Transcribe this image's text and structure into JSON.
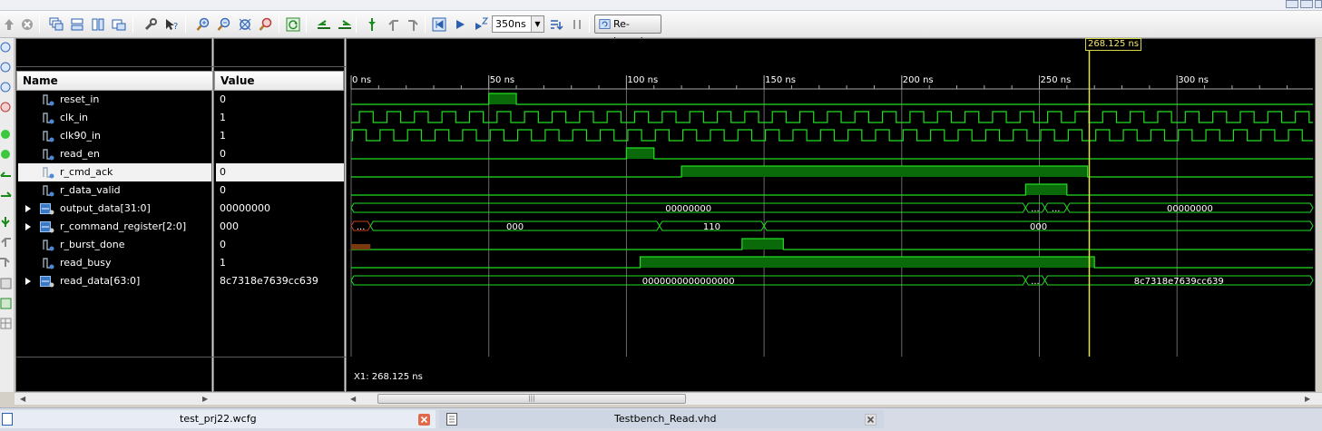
{
  "toolbar": {
    "zoom_value": "350ns",
    "relaunch_label": "Re-launch",
    "buttons": [
      "up-arrow-icon",
      "stop-icon",
      "cascade-icon",
      "tile-horizontal-icon",
      "tile-vertical-icon",
      "float-icon",
      "properties-icon",
      "help-icon",
      "zoom-in-icon",
      "zoom-out-icon",
      "zoom-fit-icon",
      "zoom-to-cursor-icon",
      "refresh-icon",
      "go-to-previous-icon",
      "go-to-next-icon",
      "add-marker-icon",
      "previous-marker-icon",
      "next-marker-icon",
      "restart-icon",
      "run-icon",
      "run-for-icon",
      "step-icon",
      "break-icon"
    ]
  },
  "name_panel": {
    "header": "Name"
  },
  "value_panel": {
    "header": "Value"
  },
  "signals": [
    {
      "name": "reset_in",
      "value": "0",
      "kind": "bit"
    },
    {
      "name": "clk_in",
      "value": "1",
      "kind": "bit"
    },
    {
      "name": "clk90_in",
      "value": "1",
      "kind": "bit"
    },
    {
      "name": "read_en",
      "value": "0",
      "kind": "bit"
    },
    {
      "name": "r_cmd_ack",
      "value": "0",
      "kind": "bit"
    },
    {
      "name": "r_data_valid",
      "value": "0",
      "kind": "bit"
    },
    {
      "name": "output_data[31:0]",
      "value": "00000000",
      "kind": "bus"
    },
    {
      "name": "r_command_register[2:0]",
      "value": "000",
      "kind": "bus"
    },
    {
      "name": "r_burst_done",
      "value": "0",
      "kind": "bit"
    },
    {
      "name": "read_busy",
      "value": "1",
      "kind": "bit"
    },
    {
      "name": "read_data[63:0]",
      "value": "8c7318e7639cc639",
      "kind": "bus"
    }
  ],
  "timeline": {
    "ticks": [
      "0 ns",
      "50 ns",
      "100 ns",
      "150 ns",
      "200 ns",
      "250 ns",
      "300 ns"
    ],
    "cursor_time": "268.125 ns",
    "cursor_readout": "X1: 268.125 ns"
  },
  "waves": {
    "output_data_vals": [
      "00000000",
      "...",
      "...",
      "00000000"
    ],
    "cmd_reg_vals": [
      "...",
      "000",
      "110",
      "000"
    ],
    "read_data_vals": [
      "0000000000000000",
      "...",
      "8c7318e7639cc639"
    ]
  },
  "colors": {
    "wave": "#22dd22",
    "fill": "#0a6a0a",
    "cursor": "#e8e04a",
    "undef": "#c04020"
  },
  "tabs": [
    {
      "label": "test_prj22.wcfg"
    },
    {
      "label": "Testbench_Read.vhd"
    }
  ]
}
